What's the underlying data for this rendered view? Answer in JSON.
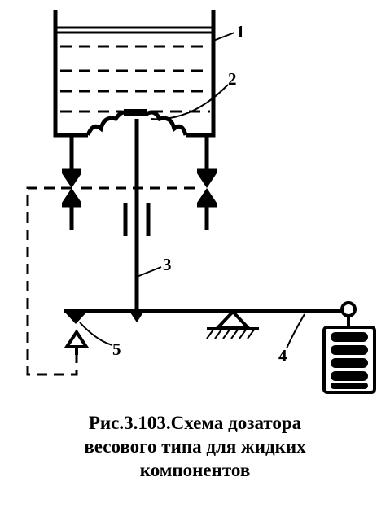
{
  "labels": {
    "tank": "1",
    "valve": "2",
    "rod": "3",
    "lever": "4",
    "sensor": "5"
  },
  "caption": {
    "line1": "Рис.3.103.Схема дозатора",
    "line2": "весового типа для жидких",
    "line3": "компонентов"
  }
}
